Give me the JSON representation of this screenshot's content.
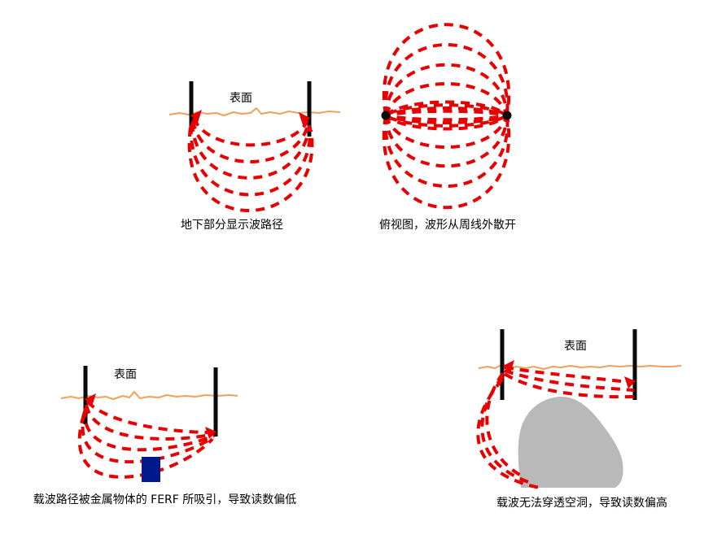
{
  "colors": {
    "background": "#ffffff",
    "wave": "#e80000",
    "surface": "#f0a05a",
    "probe": "#0a0a0a",
    "metal": "#001a8c",
    "void": "#b9b9b9"
  },
  "figures": {
    "underground": {
      "surface_label": "表面",
      "caption": "地下部分显示波路径"
    },
    "top_view": {
      "caption": "俯视图，波形从周线外散开"
    },
    "metal": {
      "surface_label": "表面",
      "caption": "载波路径被金属物体的 FERF 所吸引，导致读数偏低"
    },
    "void": {
      "surface_label": "表面",
      "caption": "载波无法穿透空洞，导致读数偏高"
    }
  }
}
